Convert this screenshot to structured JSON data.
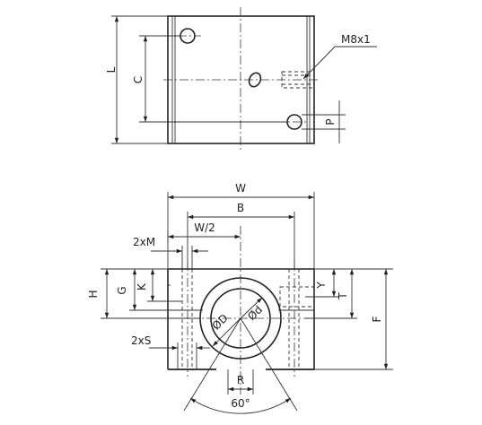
{
  "labels": {
    "L": "L",
    "C": "C",
    "M": "M8x1",
    "P": "P",
    "W": "W",
    "B": "B",
    "W2": "W/2",
    "twoM": "2xM",
    "H": "H",
    "G": "G",
    "K": "K",
    "Y": "Y",
    "T": "T",
    "F": "F",
    "twoS": "2xS",
    "R": "R",
    "angle": "60°",
    "dD": "ØD",
    "dd": "Ød"
  }
}
